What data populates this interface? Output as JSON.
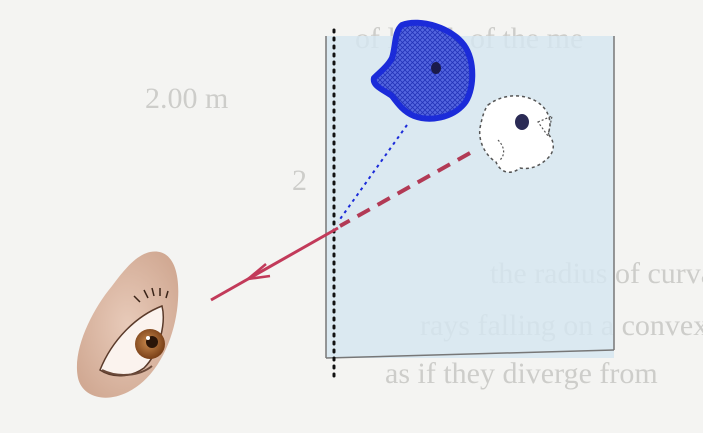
{
  "background_text": {
    "line1": "of length of the me",
    "line2": "2.00 m",
    "line3": "2",
    "line4": "the radius of curvature of the",
    "line5": "rays falling on a convex mirr",
    "line6": "as if they diverge from"
  },
  "colors": {
    "water": "#d6e6f0",
    "page": "#f4f4f2",
    "refracted_ray": "#c23a5a",
    "image_ray": "#b23a55",
    "object_outline": "#1b2bd9",
    "object_fill": "#2d43d6",
    "dotted_normal": "#111111",
    "eye_skin": "#e7c8b6",
    "eye_iris": "#9a5a2a"
  },
  "icons": {
    "fish_object": "fish-icon",
    "fish_image": "fish-image-icon",
    "observer_eye": "eye-icon",
    "ray_arrow": "arrowhead-icon"
  }
}
